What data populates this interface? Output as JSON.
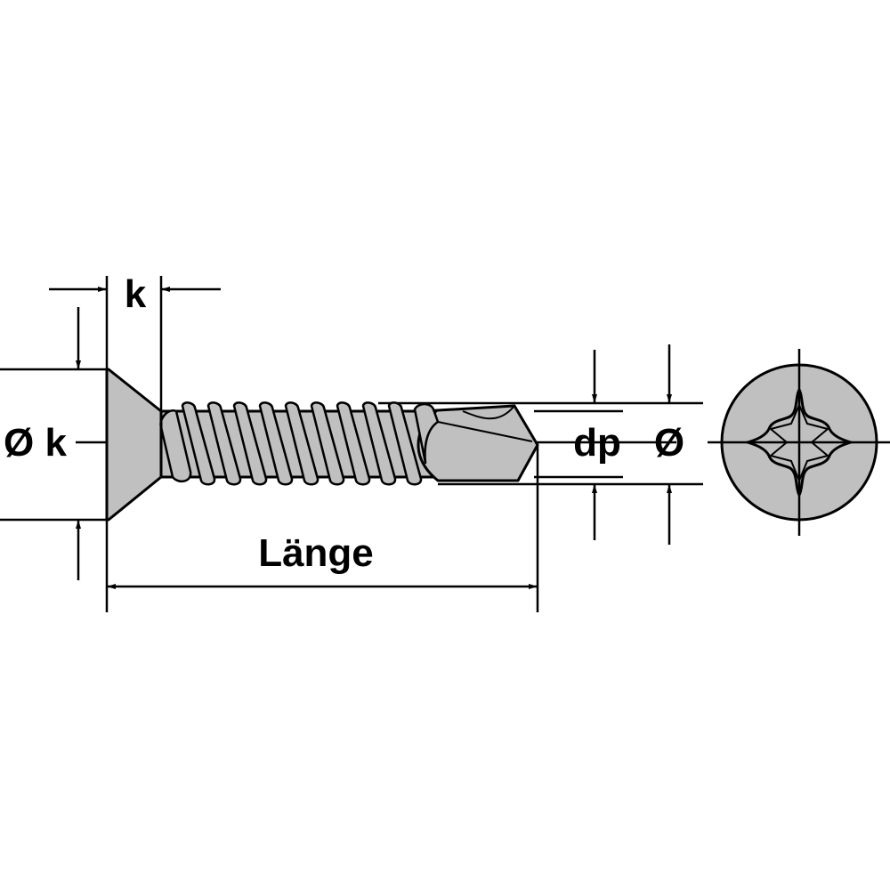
{
  "labels": {
    "head_thickness": "k",
    "head_diameter": "Ø k",
    "length": "Länge",
    "drill_point_diameter": "dp",
    "diameter": "Ø"
  },
  "colors": {
    "line": "#000000",
    "fill": "#c0c0c0",
    "background": "#ffffff"
  }
}
